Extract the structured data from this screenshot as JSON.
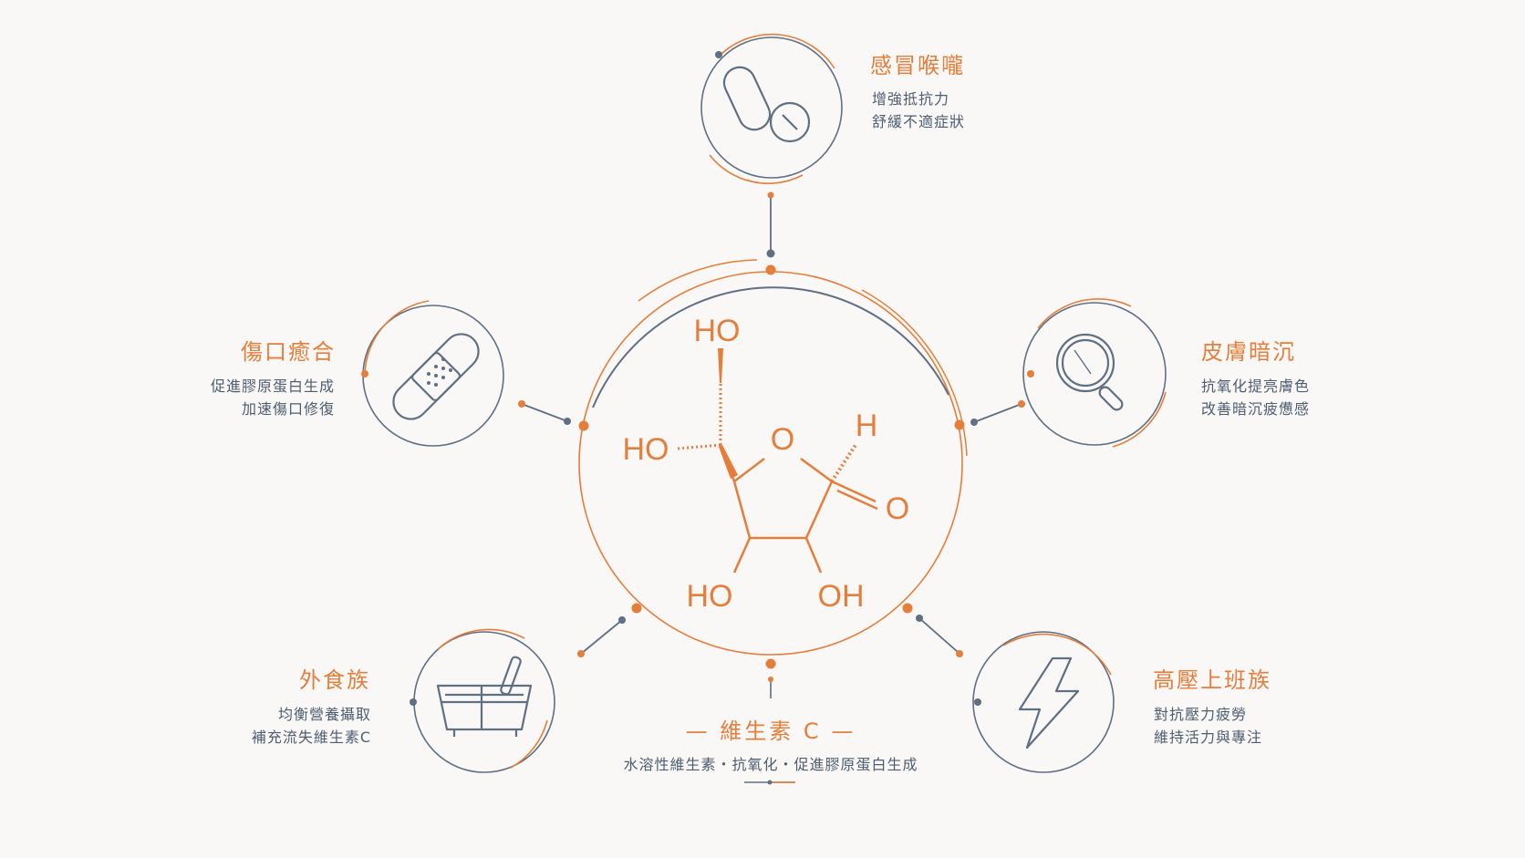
{
  "center": {
    "title": "— 維生素 C —",
    "subtitle": "水溶性維生素・抗氧化・促進膠原蛋白生成"
  },
  "molecule": {
    "atoms": [
      "HO",
      "HO",
      "O",
      "H",
      "O",
      "HO",
      "OH"
    ]
  },
  "benefits": [
    {
      "title": "感冒喉嚨",
      "line1": "增強抵抗力",
      "line2": "舒緩不適症狀",
      "icon": "pills-icon"
    },
    {
      "title": "皮膚暗沉",
      "line1": "抗氧化提亮膚色",
      "line2": "改善暗沉疲憊感",
      "icon": "magnifier-icon"
    },
    {
      "title": "高壓上班族",
      "line1": "對抗壓力疲勞",
      "line2": "維持活力與專注",
      "icon": "lightning-icon"
    },
    {
      "title": "外食族",
      "line1": "均衡營養攝取",
      "line2": "補充流失維生素C",
      "icon": "lunchbox-icon"
    },
    {
      "title": "傷口癒合",
      "line1": "促進膠原蛋白生成",
      "line2": "加速傷口修復",
      "icon": "bandage-icon"
    }
  ],
  "colors": {
    "accent": "#e67e3b",
    "slate": "#5f6f84",
    "background": "#f9f8f6"
  }
}
